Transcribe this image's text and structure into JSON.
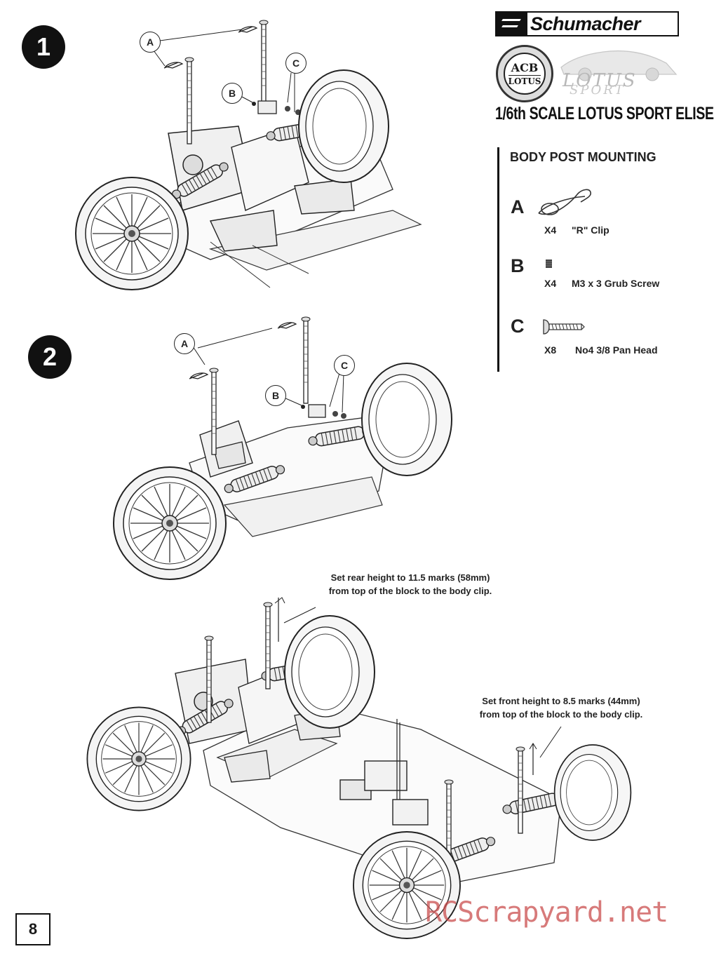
{
  "brand": {
    "name": "Schumacher",
    "lotus_badge_word": "LOTUS",
    "lotus_badge_monogram": "ACB",
    "lotus_sport_word": "LOTUS",
    "lotus_sport_sub": "SPORT",
    "title": "1/6th SCALE LOTUS SPORT ELISE"
  },
  "steps": [
    {
      "number": "1"
    },
    {
      "number": "2"
    }
  ],
  "parts_panel": {
    "title": "BODY POST MOUNTING",
    "items": [
      {
        "letter": "A",
        "qty": "X4",
        "desc": "\"R\" Clip",
        "icon": "r-clip-icon"
      },
      {
        "letter": "B",
        "qty": "X4",
        "desc": "M3 x 3 Grub Screw",
        "icon": "grub-screw-icon"
      },
      {
        "letter": "C",
        "qty": "X8",
        "desc": "No4 3/8 Pan Head",
        "icon": "pan-head-screw-icon"
      }
    ]
  },
  "callouts": {
    "step1": [
      "A",
      "B",
      "C"
    ],
    "step2": [
      "A",
      "B",
      "C"
    ]
  },
  "notes": {
    "rear_line1": "Set rear height to 11.5 marks (58mm)",
    "rear_line2": "from top of the block to the body clip.",
    "front_line1": "Set front height to 8.5 marks (44mm)",
    "front_line2": "from top of the block to the body clip."
  },
  "page_number": "8",
  "watermark": "RCScrapyard.net"
}
